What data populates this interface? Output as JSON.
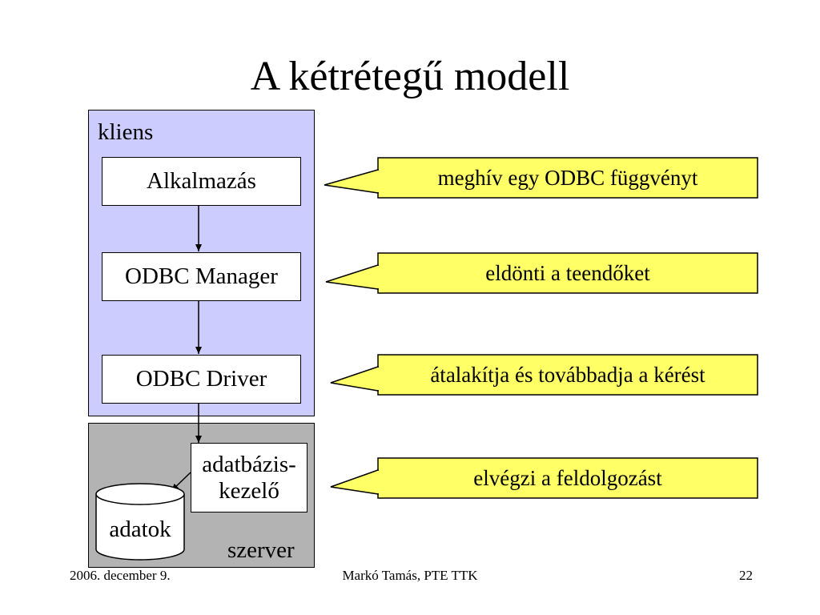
{
  "slide": {
    "title": "A kétrétegű modell",
    "client_label": "kliens",
    "server_label": "szerver",
    "components": {
      "application": "Alkalmazás",
      "manager": "ODBC Manager",
      "driver": "ODBC Driver",
      "dbms_line1": "adatbázis-",
      "dbms_line2": "kezelő",
      "data": "adatok"
    },
    "callouts": [
      "meghív egy ODBC függvényt",
      "eldönti a teendőket",
      "átalakítja és továbbadja a kérést",
      "elvégzi a feldolgozást"
    ],
    "footer": {
      "date": "2006. december 9.",
      "author": "Markó Tamás, PTE TTK",
      "page": "22"
    },
    "colors": {
      "client_bg": "#ccccff",
      "server_bg": "#b3b3b3",
      "callout_bg": "#ffff66"
    }
  }
}
